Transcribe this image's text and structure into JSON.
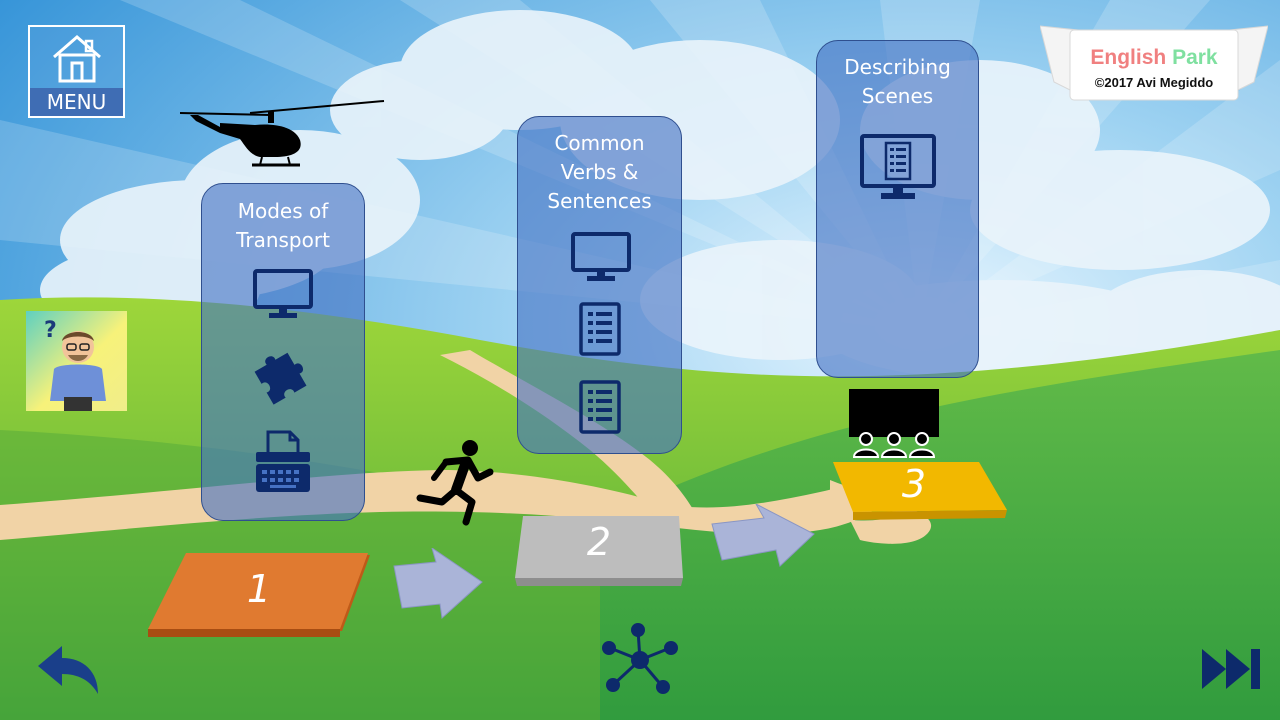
{
  "nav": {
    "menu_label": "MENU"
  },
  "logo": {
    "word1": "English",
    "word2": "Park",
    "copyright": "©2017 Avi Megiddo",
    "word1_color": "#f08080",
    "word2_color": "#7fe0a0"
  },
  "panels": [
    {
      "title_lines": [
        "Modes of",
        "Transport"
      ],
      "icons": [
        "monitor-icon",
        "puzzle-icon",
        "typewriter-icon"
      ]
    },
    {
      "title_lines": [
        "Common",
        "Verbs &",
        "Sentences"
      ],
      "icons": [
        "monitor-icon",
        "list-icon",
        "list-icon"
      ]
    },
    {
      "title_lines": [
        "Describing",
        "Scenes"
      ],
      "icons": [
        "monitor-list-icon"
      ]
    }
  ],
  "steps": [
    {
      "number": "1",
      "color": "#e07a30"
    },
    {
      "number": "2",
      "color": "#bdbdbd"
    },
    {
      "number": "3",
      "color": "#f2b800"
    }
  ],
  "icons": {
    "home": "home-icon",
    "back": "back-arrow-icon",
    "next": "skip-forward-icon",
    "network": "network-icon",
    "runner": "runner-icon",
    "helicopter": "helicopter-icon",
    "audience": "audience-icon",
    "avatar": "avatar-icon"
  },
  "colors": {
    "panel_fill": "#4672c4",
    "dark_blue_icon": "#0d2a6b",
    "menu_bar": "#3f6db4"
  }
}
